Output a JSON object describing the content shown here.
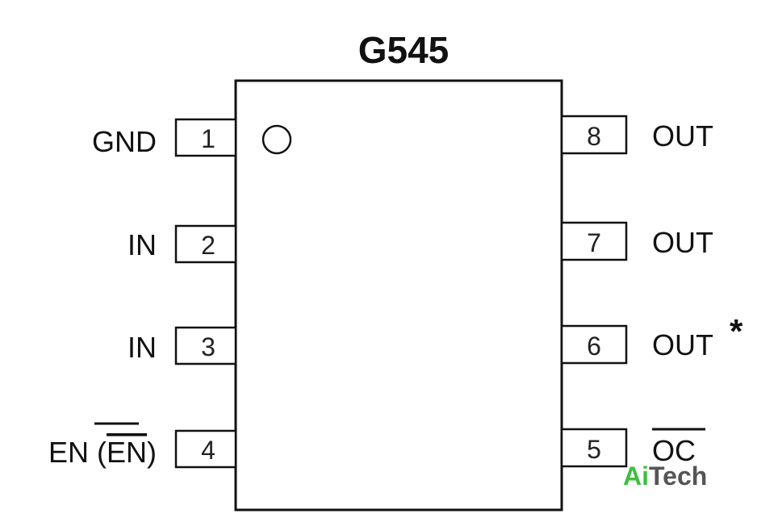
{
  "diagram": {
    "title": "G545",
    "pins": [
      {
        "number": "1",
        "label": "GND",
        "side": "left"
      },
      {
        "number": "2",
        "label": "IN",
        "side": "left"
      },
      {
        "number": "3",
        "label": "IN",
        "side": "left"
      },
      {
        "number": "4",
        "label": "EN (EN)",
        "label_prefix": "EN (",
        "label_overbar": "EN",
        "label_suffix": ")",
        "side": "left"
      },
      {
        "number": "8",
        "label": "OUT",
        "side": "right"
      },
      {
        "number": "7",
        "label": "OUT",
        "side": "right"
      },
      {
        "number": "6",
        "label": "OUT",
        "label_note": "*",
        "side": "right"
      },
      {
        "number": "5",
        "label": "OC",
        "label_overbar": "OC",
        "side": "right"
      }
    ]
  },
  "watermark": {
    "prefix": "Ai",
    "suffix": "Tech",
    "prefix_color": "#3fbf3f",
    "suffix_color": "#555555"
  }
}
